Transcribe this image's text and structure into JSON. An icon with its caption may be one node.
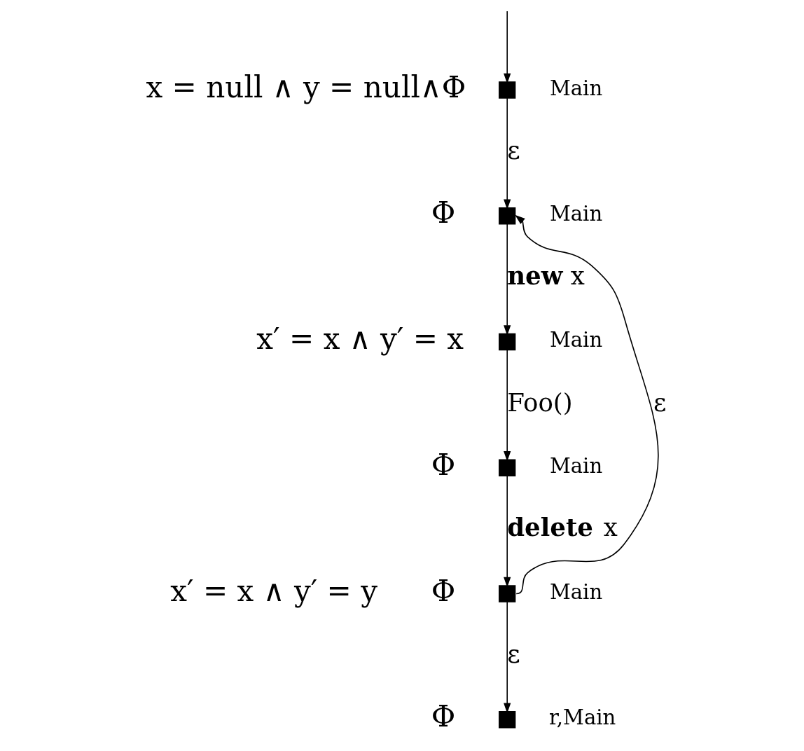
{
  "diagram": {
    "nodes": [
      {
        "text": [],
        "shape": "box",
        "beside": [
          "x = null ∧ y = null∧Φ",
          "Main"
        ]
      },
      {
        "text": [],
        "shape": "box",
        "beside": [
          "Φ",
          "Main"
        ]
      },
      {
        "text": [],
        "shape": "box",
        "beside": [
          "x′ = x ∧ y′ = x",
          "Main"
        ]
      },
      {
        "text": [],
        "shape": "box",
        "beside": [
          "Φ",
          "Main"
        ]
      },
      {
        "text": [],
        "shape": "box",
        "beside": [
          "x′ = x ∧ y′ = y",
          "Φ",
          "Main"
        ]
      },
      {
        "text": [],
        "shape": "box",
        "beside": [
          "Φ",
          "r,Main"
        ]
      }
    ],
    "edges": [
      {
        "from": null,
        "to": 0,
        "arrow": "to"
      },
      {
        "from": 0,
        "to": 1,
        "arrow": "to",
        "label": "ε"
      },
      {
        "from": 1,
        "to": 2,
        "arrow": "to",
        "label": "**new** x"
      },
      {
        "from": 2,
        "to": 3,
        "arrow": "to",
        "label": "Foo()"
      },
      {
        "from": 3,
        "to": 4,
        "arrow": "to",
        "label": "**delete** x"
      },
      {
        "from": 4,
        "to": 1,
        "arrow": "to",
        "label": "ε"
      },
      {
        "from": 4,
        "to": 5,
        "arrow": "to",
        "label": "ε"
      }
    ]
  }
}
